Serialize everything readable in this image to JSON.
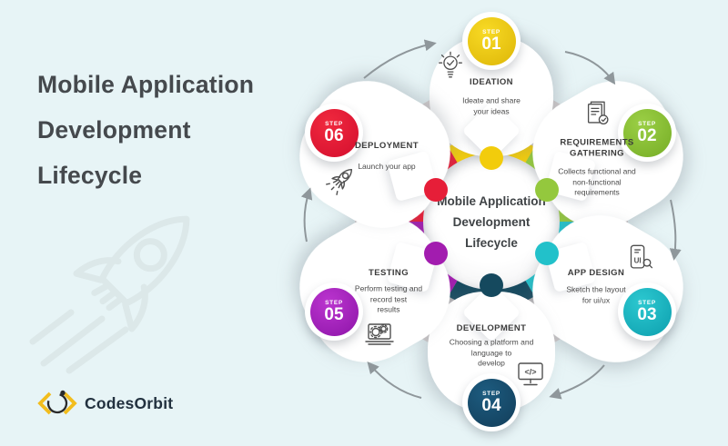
{
  "labels": {
    "step": "STEP"
  },
  "title": {
    "line1": "Mobile Application",
    "line2": "Development",
    "line3": "Lifecycle"
  },
  "center": {
    "line1": "Mobile Application",
    "line2": "Development",
    "line3": "Lifecycle"
  },
  "logo": {
    "name": "CodesOrbit"
  },
  "theme": {
    "background": "#e7f4f6",
    "spoke": "#d8d2d2",
    "arrow": "#8f979b",
    "petal": "#ffffff",
    "title_text": "#45494d",
    "logo_yellow": "#f2bd1d"
  },
  "steps": [
    {
      "num": "01",
      "title": "IDEATION",
      "desc": "Ideate and share\nyour ideas",
      "color": "#f2cc0c",
      "icon": "lightbulb-check-icon"
    },
    {
      "num": "02",
      "title": "REQUIREMENTS\nGATHERING",
      "desc": "Collects functional and\nnon-functional\nrequirements",
      "color": "#94c83d",
      "icon": "document-check-icon"
    },
    {
      "num": "03",
      "title": "APP DESIGN",
      "desc": "Sketch the layout\nfor ui/ux",
      "color": "#22c1ca",
      "icon": "phone-ui-icon"
    },
    {
      "num": "04",
      "title": "DEVELOPMENT",
      "desc": "Choosing a platform and\nlanguage to\ndevelop",
      "color": "#15495e",
      "icon": "monitor-code-icon"
    },
    {
      "num": "05",
      "title": "TESTING",
      "desc": "Perform testing and\nrecord test\nresults",
      "color": "#a21caf",
      "icon": "laptop-gear-icon"
    },
    {
      "num": "06",
      "title": "DEPLOYMENT",
      "desc": "Launch your app",
      "color": "#e61e38",
      "icon": "rocket-icon"
    }
  ]
}
